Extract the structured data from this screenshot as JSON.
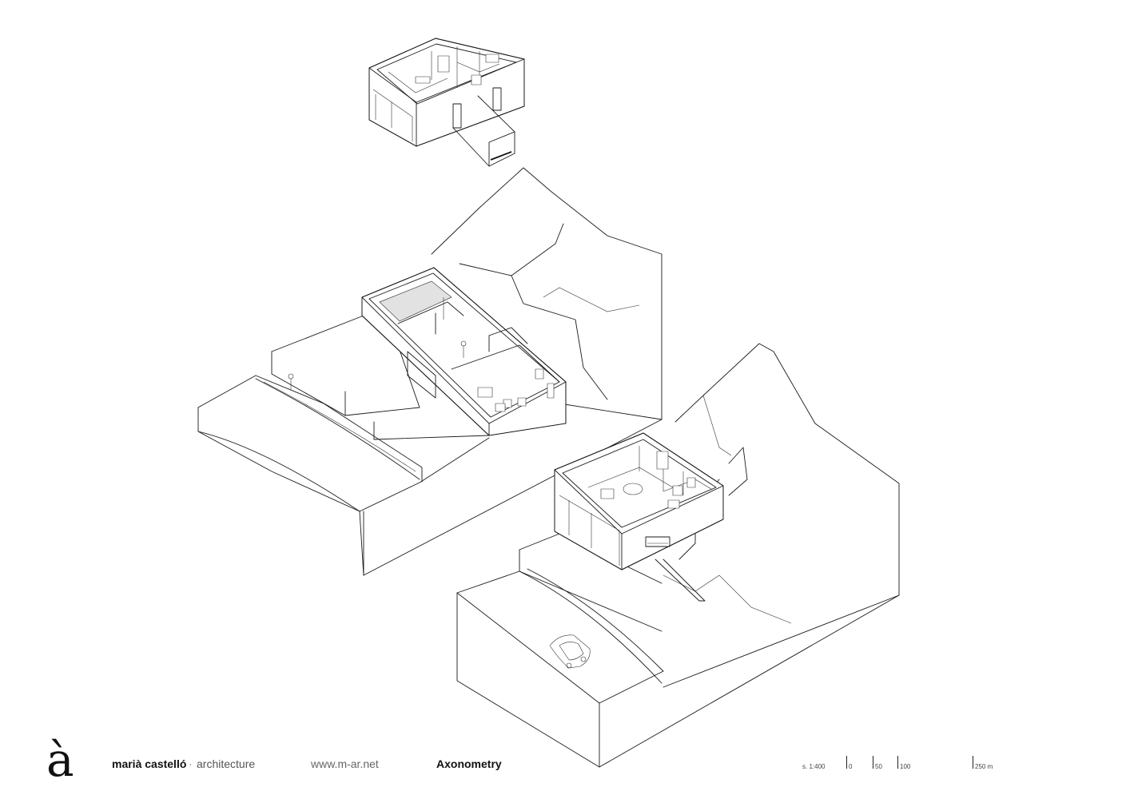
{
  "drawing": {
    "title": "Axonometry"
  },
  "titleblock": {
    "logo_glyph": "à",
    "firm": "marià castelló",
    "separator": "·",
    "discipline": "architecture",
    "website": "www.m-ar.net",
    "drawing_title": "Axonometry"
  },
  "scale_bar": {
    "label": "s. 1:400",
    "ticks": [
      "0",
      "50",
      "100",
      "250 m"
    ]
  }
}
